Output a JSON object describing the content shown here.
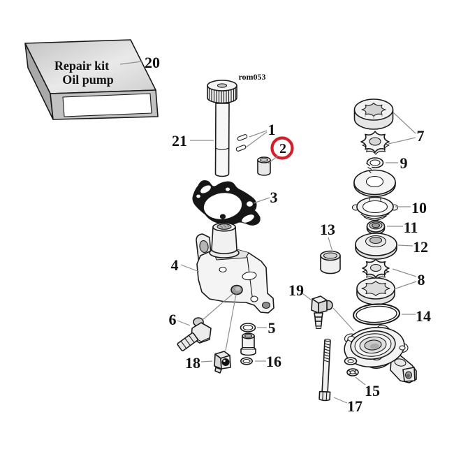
{
  "diagram": {
    "watermark": "rom053",
    "kit_box": {
      "title_line1": "Repair kit",
      "title_line2": "Oil pump"
    },
    "colors": {
      "highlight": "#d1202a",
      "ink": "#1a1a1a",
      "leader": "#8f8f8f",
      "gasket": "#161616"
    },
    "callouts": {
      "n1": "1",
      "n2": "2",
      "n3": "3",
      "n4": "4",
      "n5": "5",
      "n6": "6",
      "n7": "7",
      "n8": "8",
      "n9": "9",
      "n10": "10",
      "n11": "11",
      "n12": "12",
      "n13": "13",
      "n14": "14",
      "n15": "15",
      "n16": "16",
      "n17": "17",
      "n18": "18",
      "n19": "19",
      "n20": "20",
      "n21": "21"
    }
  }
}
